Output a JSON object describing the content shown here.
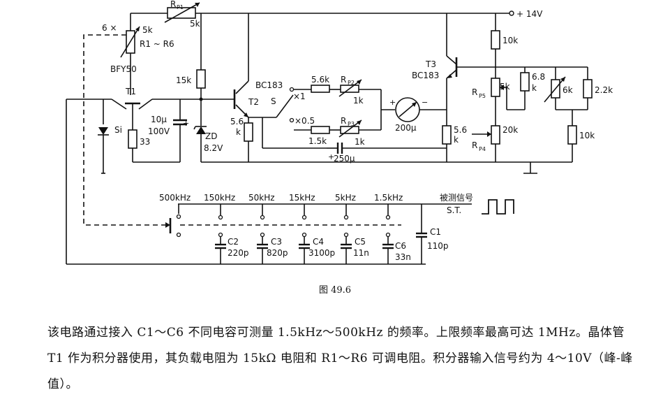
{
  "labels": {
    "rp1": "R",
    "rp1_sub": "P1",
    "rp1_val": "5k",
    "six_x": "6 ×",
    "r1r6_val": "5k",
    "r1r6": "R1 ~ R6",
    "t1_type": "BFY50",
    "t1": "T1",
    "si": "Si",
    "r33": "33",
    "c10": "10μ",
    "c10v": "100V",
    "r15k": "15k",
    "zd": "ZD",
    "zd_v": "8.2V",
    "t2_type": "BC183",
    "t2": "T2",
    "r56a_1": "5.6",
    "r56a_2": "k",
    "s": "S",
    "x1": "×1",
    "x05": "×0.5",
    "r56k_top": "5.6k",
    "rp2": "R",
    "rp2_sub": "P2",
    "rp2_val": "1k",
    "r15k_b": "1.5k",
    "rp3": "R",
    "rp3_sub": "P3",
    "rp3_val": "1k",
    "c250": "250μ",
    "meter": "200μ",
    "plus_14": "+ 14V",
    "t3": "T3",
    "t3_type": "BC183",
    "r10k_a": "10k",
    "rp5": "R",
    "rp5_sub": "P5",
    "rp5_val": "5k",
    "r68_1": "6.8",
    "r68_2": "k",
    "r6k": "6k",
    "r22k": "2.2k",
    "r56b_1": "5.6",
    "r56b_2": "k",
    "r20k": "20k",
    "rp4": "R",
    "rp4_sub": "P4",
    "r10k_b": "10k",
    "freq": [
      "500kHz",
      "150kHz",
      "50kHz",
      "15kHz",
      "5kHz",
      "1.5kHz"
    ],
    "signal": "被测信号",
    "st": "S.T.",
    "c1": "C1",
    "c1_val": "110p",
    "caps": [
      {
        "name": "C2",
        "val": "220p"
      },
      {
        "name": "C3",
        "val": "820p"
      },
      {
        "name": "C4",
        "val": "3100p"
      },
      {
        "name": "C5",
        "val": "11n"
      },
      {
        "name": "C6",
        "val": "33n"
      }
    ]
  },
  "caption": "图 49.6",
  "description": "该电路通过接入 C1～C6 不同电容可测量 1.5kHz～500kHz 的频率。上限频率最高可达 1MHz。晶体管 T1 作为积分器使用，其负载电阻为 15kΩ 电阻和 R1～R6 可调电阻。积分器输入信号约为 4～10V（峰-峰值）。"
}
